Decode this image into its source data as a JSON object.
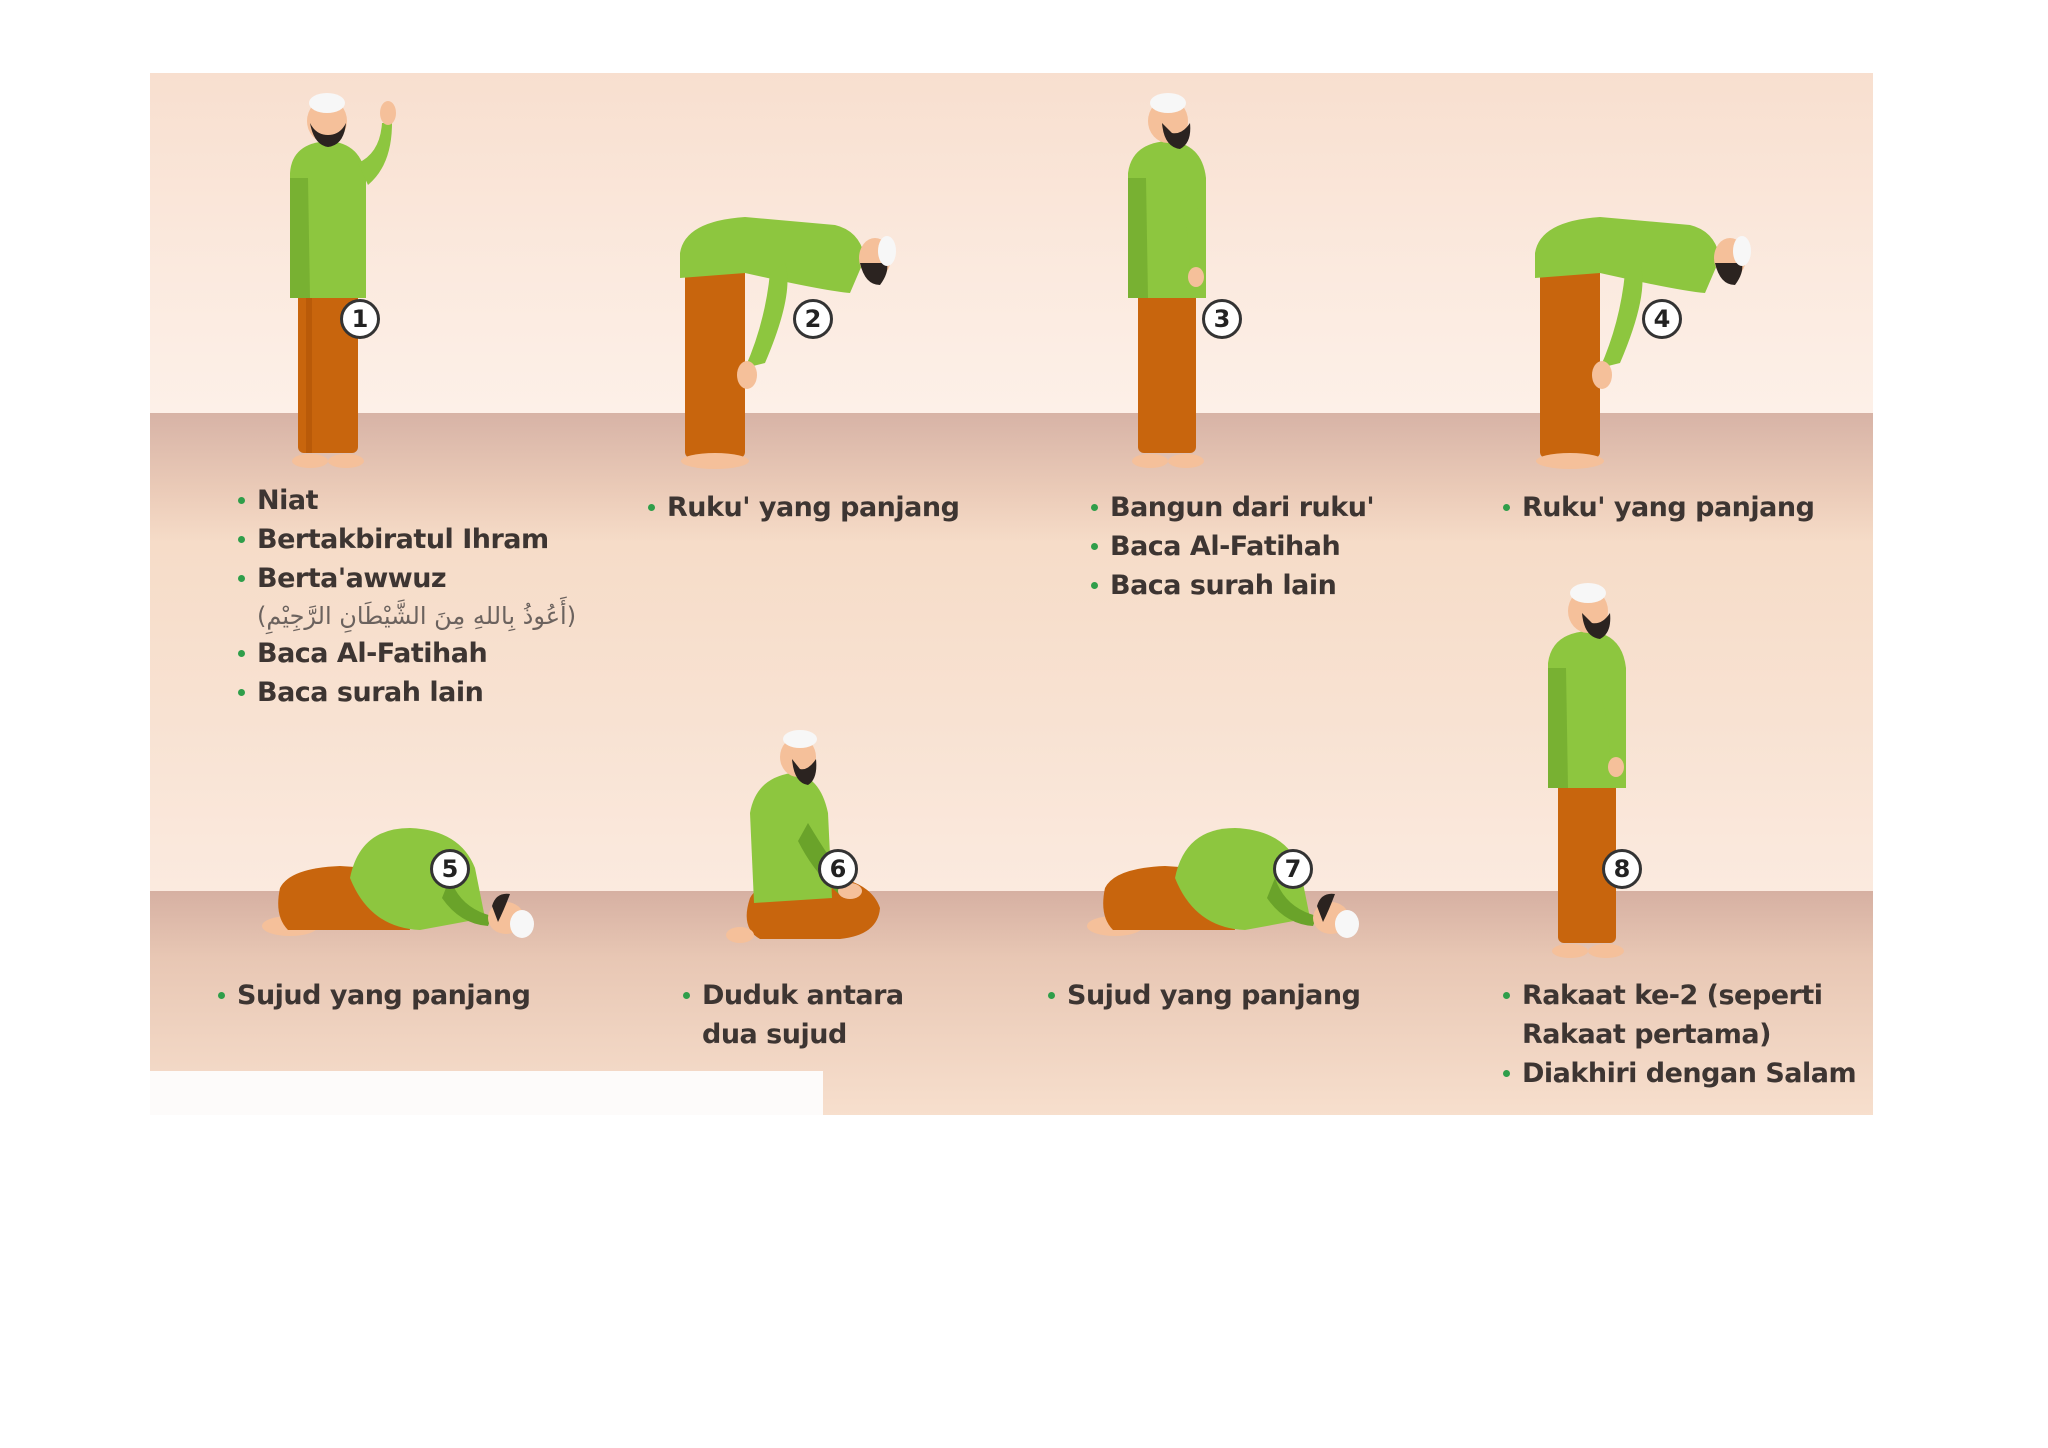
{
  "steps": [
    {
      "number": "1",
      "pose": "standing-takbir",
      "items": [
        "Niat",
        "Bertakbiratul Ihram",
        "Berta'awwuz"
      ],
      "arabic": "(أَعُوذُ بِاللهِ مِنَ الشَّيْطَانِ الرَّجِيْمِ)",
      "items_after": [
        "Baca Al-Fatihah",
        "Baca surah lain"
      ]
    },
    {
      "number": "2",
      "pose": "ruku",
      "items": [
        "Ruku' yang panjang"
      ]
    },
    {
      "number": "3",
      "pose": "standing-itidal",
      "items": [
        "Bangun dari ruku'",
        "Baca Al-Fatihah",
        "Baca surah lain"
      ]
    },
    {
      "number": "4",
      "pose": "ruku",
      "items": [
        "Ruku' yang panjang"
      ]
    },
    {
      "number": "5",
      "pose": "sujud",
      "items": [
        "Sujud yang panjang"
      ]
    },
    {
      "number": "6",
      "pose": "sitting",
      "items": [
        "Duduk antara",
        "dua sujud"
      ]
    },
    {
      "number": "7",
      "pose": "sujud",
      "items": [
        "Sujud yang panjang"
      ]
    },
    {
      "number": "8",
      "pose": "standing",
      "items": [
        "Rakaat ke-2 (seperti",
        "Rakaat pertama)",
        "Diakhiri dengan Salam"
      ]
    }
  ],
  "colors": {
    "shirt": "#8dc63f",
    "trousers": "#c8650d",
    "skin": "#f5c09a",
    "beard": "#2b2320",
    "cap": "#f7f7f7",
    "bullet": "#2f9e4a"
  }
}
